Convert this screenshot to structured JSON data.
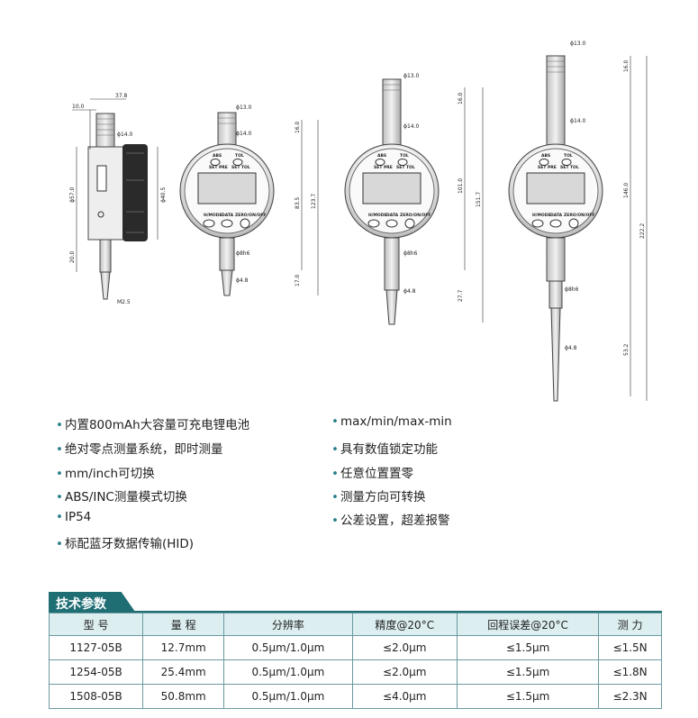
{
  "drawing": {
    "side_view": {
      "dims": {
        "top_offset": "10.0",
        "width": "37.8",
        "stem": "ϕ14.0",
        "body_h": "ϕ57.0",
        "body_d": "ϕ40.5",
        "spindle": "20.0",
        "thread": "M2.5"
      }
    },
    "gauge_a": {
      "dims": {
        "cap": "ϕ13.0",
        "stem": "ϕ14.0",
        "top": "16.0",
        "mid": "83.5",
        "total": "123.7",
        "bottom": "17.0",
        "spindle": "ϕ8h6",
        "tip": "ϕ4.8"
      }
    },
    "gauge_b": {
      "dims": {
        "cap": "ϕ13.0",
        "stem": "ϕ14.0",
        "top": "16.0",
        "mid": "101.0",
        "total": "151.7",
        "bottom": "27.7",
        "spindle": "ϕ8h6",
        "tip": "ϕ4.8"
      }
    },
    "gauge_c": {
      "dims": {
        "cap": "ϕ13.0",
        "stem": "ϕ14.0",
        "top": "16.0",
        "mid": "146.0",
        "total": "222.2",
        "bottom": "53.2",
        "spindle": "ϕ8h6",
        "tip": "ϕ4.8"
      }
    },
    "button_labels": {
      "abs": "ABS",
      "tol": "TOL",
      "setpre": "SET PRE",
      "settol": "SET TOL",
      "hmode": "H/MODE",
      "data": "DATA",
      "zero": "ZERO/ON/OFF"
    }
  },
  "features_left": [
    "内置800mAh大容量可充电锂电池",
    "绝对零点测量系统，即时测量",
    "mm/inch可切换",
    "ABS/INC测量模式切换",
    "IP54",
    "标配蓝牙数据传输(HID)"
  ],
  "features_right": [
    "max/min/max-min",
    "具有数值锁定功能",
    "任意位置置零",
    "测量方向可转换",
    "公差设置，超差报警"
  ],
  "bullet": "•",
  "spec_title": "技术参数",
  "spec_headers": [
    "型  号",
    "量  程",
    "分辨率",
    "精度@20°C",
    "回程误差@20°C",
    "测  力"
  ],
  "spec_rows": [
    [
      "1127-05B",
      "12.7mm",
      "0.5μm/1.0μm",
      "≤2.0μm",
      "≤1.5μm",
      "≤1.5N"
    ],
    [
      "1254-05B",
      "25.4mm",
      "0.5μm/1.0μm",
      "≤2.0μm",
      "≤1.5μm",
      "≤1.8N"
    ],
    [
      "1508-05B",
      "50.8mm",
      "0.5μm/1.0μm",
      "≤4.0μm",
      "≤1.5μm",
      "≤2.3N"
    ]
  ],
  "colors": {
    "accent": "#1f6e74",
    "table_header": "#dceef0"
  }
}
